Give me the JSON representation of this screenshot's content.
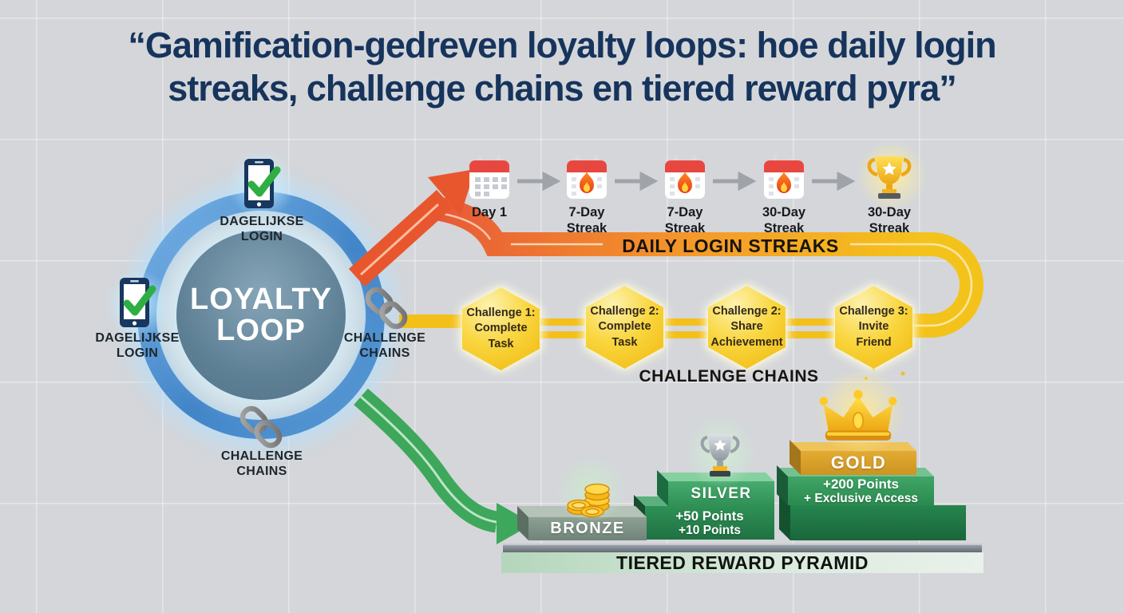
{
  "title": {
    "line1": "“Gamification-gedreven loyalty loops: hoe daily login",
    "line2": "streaks, challenge chains en tiered reward pyra”"
  },
  "loop": {
    "center1": "LOYALTY",
    "center2": "LOOP",
    "nodes": [
      {
        "id": "top-login",
        "icon": "phone-check-icon",
        "line1": "DAGELIJKSE",
        "line2": "LOGIN"
      },
      {
        "id": "left-login",
        "icon": "phone-check-icon",
        "line1": "DAGELIJKSE",
        "line2": "LOGIN"
      },
      {
        "id": "right-chains",
        "icon": "chain-icon",
        "line1": "CHALLENGE",
        "line2": "CHAINS"
      },
      {
        "id": "bottom-chains",
        "icon": "chain-icon",
        "line1": "CHALLENGE",
        "line2": "CHAINS"
      }
    ]
  },
  "streaks": {
    "band_label": "DAILY LOGIN STREAKS",
    "steps": [
      {
        "icon": "calendar-icon",
        "line1": "Day 1",
        "line2": ""
      },
      {
        "icon": "calendar-flame-icon",
        "line1": "7-Day",
        "line2": "Streak"
      },
      {
        "icon": "calendar-flame-icon",
        "line1": "7-Day",
        "line2": "Streak"
      },
      {
        "icon": "calendar-flame-icon",
        "line1": "30-Day",
        "line2": "Streak"
      },
      {
        "icon": "trophy-gold-icon",
        "line1": "30-Day",
        "line2": "Streak"
      }
    ]
  },
  "chains": {
    "band_label": "CHALLENGE CHAINS",
    "hexes": [
      {
        "line1": "Challenge 1:",
        "line2": "Complete",
        "line3": "Task"
      },
      {
        "line1": "Challenge 2:",
        "line2": "Complete",
        "line3": "Task"
      },
      {
        "line1": "Challenge 2:",
        "line2": "Share",
        "line3": "Achievement"
      },
      {
        "line1": "Challenge 3:",
        "line2": "Invite",
        "line3": "Friend"
      }
    ]
  },
  "pyramid": {
    "band_label": "TIERED REWARD PYRAMID",
    "bronze": {
      "name": "BRONZE",
      "icon": "coins-icon"
    },
    "silver": {
      "name": "SILVER",
      "icon": "trophy-silver-icon",
      "reward1": "+50 Points",
      "reward2": "+10 Points"
    },
    "gold": {
      "name": "GOLD",
      "icon": "crown-icon",
      "reward1": "+200 Points",
      "reward2": "+ Exclusive Access"
    }
  },
  "colors": {
    "title_navy": "#16345c",
    "ring_blue": "#4285c8",
    "band_orange_start": "#e85a38",
    "band_orange_end": "#f59b28",
    "band_yellow": "#f3c01a",
    "hex_yellow": "#f9d53c",
    "arrow_green": "#3da75b",
    "tier_green_mid": "#3fa566",
    "tier_green_dark": "#1f7343",
    "gold_tier": "#e2ab33",
    "background_gray": "#d4d6da"
  }
}
